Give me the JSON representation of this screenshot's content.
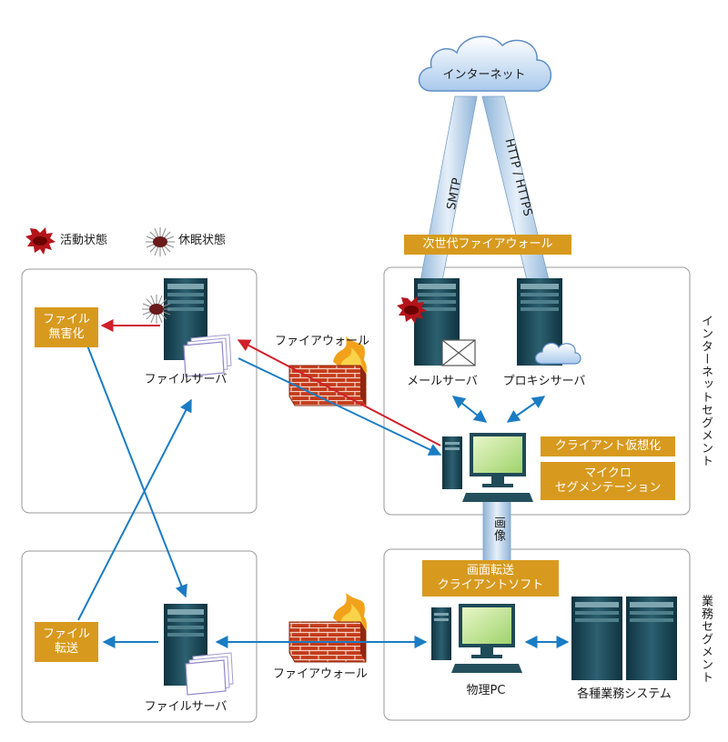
{
  "internet": {
    "label": "インターネット"
  },
  "links": {
    "smtp": "SMTP",
    "http": "HTTP / HTTPS",
    "image": "画像"
  },
  "legend": {
    "active": "活動状態",
    "dormant": "休眠状態"
  },
  "segments": {
    "internet_segment": "インターネットセグメント",
    "business_segment": "業務セグメント"
  },
  "boxes": {
    "next_gen_firewall": "次世代ファイアウォール",
    "file_sanitize": [
      "ファイル",
      "無害化"
    ],
    "file_transfer": [
      "ファイル",
      "転送"
    ],
    "client_virtualization": "クライアント仮想化",
    "micro_segmentation": [
      "マイクロ",
      "セグメンテーション"
    ],
    "screen_transfer": [
      "画面転送",
      "クライアントソフト"
    ]
  },
  "labels": {
    "file_server_top": "ファイルサーバ",
    "file_server_bottom": "ファイルサーバ",
    "firewall_top": "ファイアウォール",
    "firewall_bottom": "ファイアウォール",
    "mail_server": "メールサーバ",
    "proxy_server": "プロキシサーバ",
    "physical_pc": "物理PC",
    "business_systems": "各種業務システム"
  },
  "colors": {
    "box_fill": "#d79a1f",
    "arrow_blue": "#1a7cc4",
    "arrow_red": "#d0202a",
    "server_teal": "#1f4a58",
    "pipe_blue": "#bcd4ea",
    "segment_border": "#9a9a9a"
  }
}
